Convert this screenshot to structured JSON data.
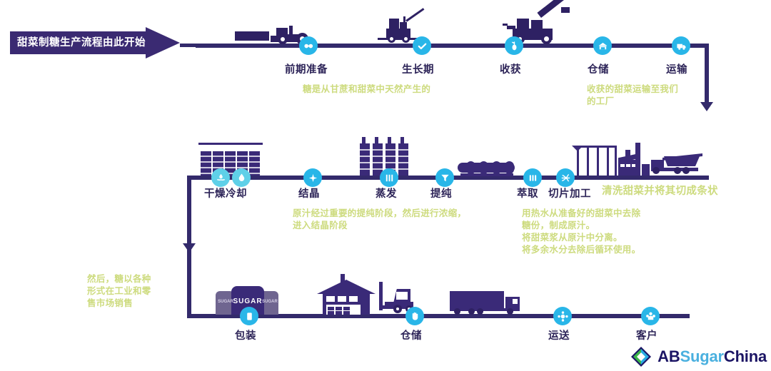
{
  "banner": {
    "text": "甜菜制糖生产流程由此开始",
    "arrow_color": "#3a2a72"
  },
  "colors": {
    "line": "#332a6b",
    "node": "#29b6e8",
    "label": "#2d2458",
    "note": "#cddb7e",
    "illustration": "#2e2163"
  },
  "row1": {
    "steps": [
      {
        "label": "前期准备",
        "icon": "seed-planting-icon"
      },
      {
        "label": "生长期",
        "icon": "check-circle-icon"
      },
      {
        "label": "收获",
        "icon": "beet-plant-icon"
      },
      {
        "label": "仓储",
        "icon": "warehouse-icon"
      },
      {
        "label": "运输",
        "icon": "truck-icon"
      }
    ],
    "notes": [
      {
        "lines": [
          "糖是从甘蔗和甜菜中天然产生的"
        ]
      },
      {
        "lines": [
          "收获的甜菜运输至我们",
          "的工厂"
        ]
      }
    ],
    "illustrations": [
      "tractor-plow",
      "field-sprayer",
      "beet-harvester"
    ]
  },
  "row2": {
    "steps": [
      {
        "label": "干燥冷却",
        "icon": "dry-cool-icon"
      },
      {
        "label": "",
        "icon": "water-drop-icon"
      },
      {
        "label": "结晶",
        "icon": "crystal-icon"
      },
      {
        "label": "蒸发",
        "icon": "evaporator-icon"
      },
      {
        "label": "提纯",
        "icon": "funnel-icon"
      },
      {
        "label": "萃取",
        "icon": "extraction-icon"
      },
      {
        "label": "切片加工",
        "icon": "slicing-icon"
      }
    ],
    "notes": [
      {
        "lines": [
          "清洗甜菜并将其切成条状"
        ]
      },
      {
        "lines": [
          "原汁经过重要的提纯阶段，然后进行浓缩，",
          "进入结晶阶段"
        ]
      },
      {
        "lines": [
          "用热水从准备好的甜菜中去除",
          "糖份，制成原汁。",
          "将甜菜浆从原汁中分离。",
          "将多余水分去除后循环使用。"
        ]
      }
    ],
    "illustrations": [
      "silo-bank",
      "evaporation-columns",
      "horizontal-tanks",
      "sugar-factory",
      "dump-truck"
    ]
  },
  "row3": {
    "steps": [
      {
        "label": "包装",
        "icon": "package-icon"
      },
      {
        "label": "仓储",
        "icon": "warehouse-box-icon"
      },
      {
        "label": "运送",
        "icon": "delivery-icon"
      },
      {
        "label": "客户",
        "icon": "customers-icon"
      }
    ],
    "notes": [
      {
        "lines": [
          "然后，糖以各种",
          "形式在工业和零",
          "售市场销售"
        ]
      }
    ],
    "illustrations": [
      "sugar-bags",
      "warehouse-building",
      "forklift",
      "semi-truck"
    ],
    "bag_text": "SUGAR"
  },
  "logo": {
    "ab": "AB",
    "sugar": "Sugar",
    "china": "China",
    "mark": "diamond-logo-icon"
  }
}
